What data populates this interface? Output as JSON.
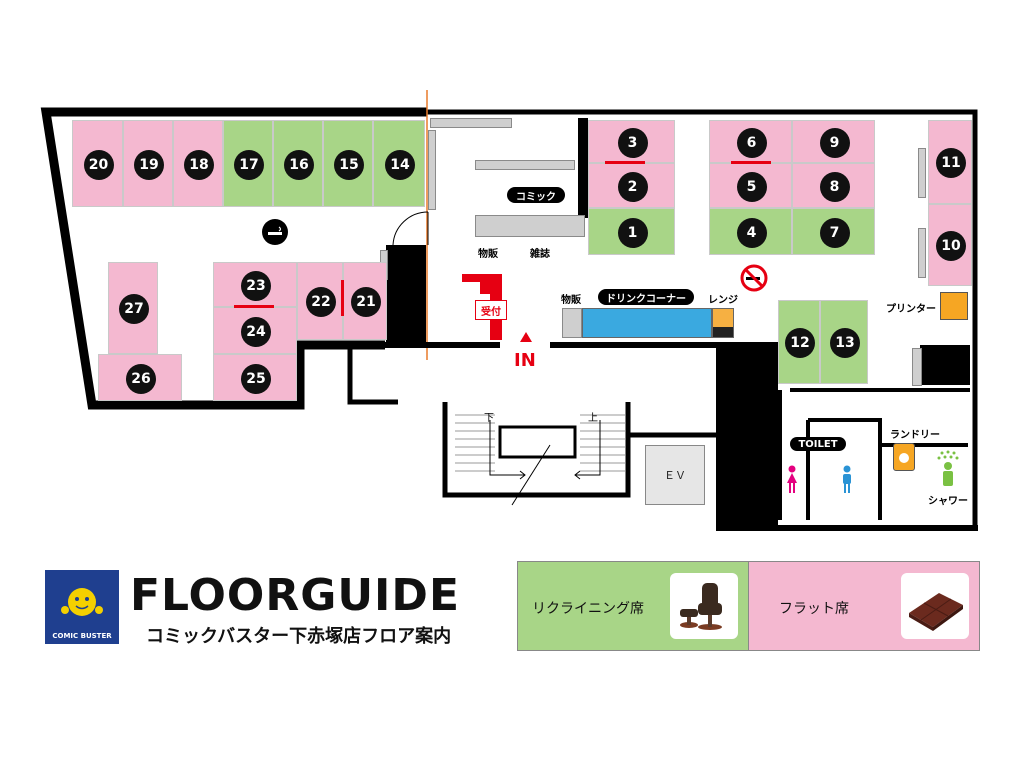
{
  "labels": {
    "comic": "コミック",
    "magazine": "雑誌",
    "goods_left": "物販",
    "goods_right": "物販",
    "drink_corner": "ドリンクコーナー",
    "microwave": "レンジ",
    "printer": "プリンター",
    "laundry": "ランドリー",
    "shower": "シャワー",
    "toilet": "TOILET",
    "reception": "受付",
    "entrance": "IN",
    "ev": "ＥＶ",
    "stairs_down": "下",
    "stairs_up": "上"
  },
  "seats": [
    {
      "id": "1",
      "type": "reclining"
    },
    {
      "id": "2",
      "type": "flat"
    },
    {
      "id": "3",
      "type": "flat"
    },
    {
      "id": "4",
      "type": "reclining"
    },
    {
      "id": "5",
      "type": "flat"
    },
    {
      "id": "6",
      "type": "flat"
    },
    {
      "id": "7",
      "type": "reclining"
    },
    {
      "id": "8",
      "type": "flat"
    },
    {
      "id": "9",
      "type": "flat"
    },
    {
      "id": "10",
      "type": "flat"
    },
    {
      "id": "11",
      "type": "flat"
    },
    {
      "id": "12",
      "type": "reclining"
    },
    {
      "id": "13",
      "type": "reclining"
    },
    {
      "id": "14",
      "type": "reclining"
    },
    {
      "id": "15",
      "type": "reclining"
    },
    {
      "id": "16",
      "type": "reclining"
    },
    {
      "id": "17",
      "type": "reclining"
    },
    {
      "id": "18",
      "type": "flat"
    },
    {
      "id": "19",
      "type": "flat"
    },
    {
      "id": "20",
      "type": "flat"
    },
    {
      "id": "21",
      "type": "flat"
    },
    {
      "id": "22",
      "type": "flat"
    },
    {
      "id": "23",
      "type": "flat"
    },
    {
      "id": "24",
      "type": "flat"
    },
    {
      "id": "25",
      "type": "flat"
    },
    {
      "id": "26",
      "type": "flat"
    },
    {
      "id": "27",
      "type": "flat"
    }
  ],
  "brand": {
    "logo_text": "COMIC BUSTER",
    "title": "FLOORGUIDE",
    "subtitle": "コミックバスター下赤塚店フロア案内"
  },
  "legend": [
    {
      "label": "リクライニング席",
      "color": "#a8d587"
    },
    {
      "label": "フラット席",
      "color": "#f4b8d0"
    }
  ],
  "colors": {
    "reclining": "#a8d587",
    "flat": "#f4b8d0",
    "drink": "#3aa9e0",
    "accent": "#e60012"
  }
}
